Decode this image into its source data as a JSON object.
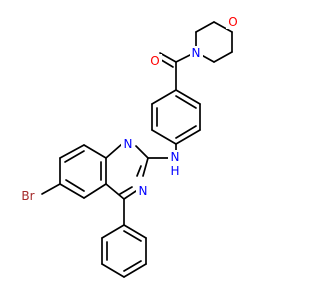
{
  "atoms": {
    "O1": "O",
    "N1": "N",
    "O2": "O",
    "N2": "N",
    "N3": "N",
    "N4": "N",
    "H": "H",
    "Br": "Br"
  },
  "colors": {
    "bond": "#000000",
    "oxygen": "#ff0000",
    "nitrogen": "#0000ff",
    "bromine": "#a52a2a"
  }
}
